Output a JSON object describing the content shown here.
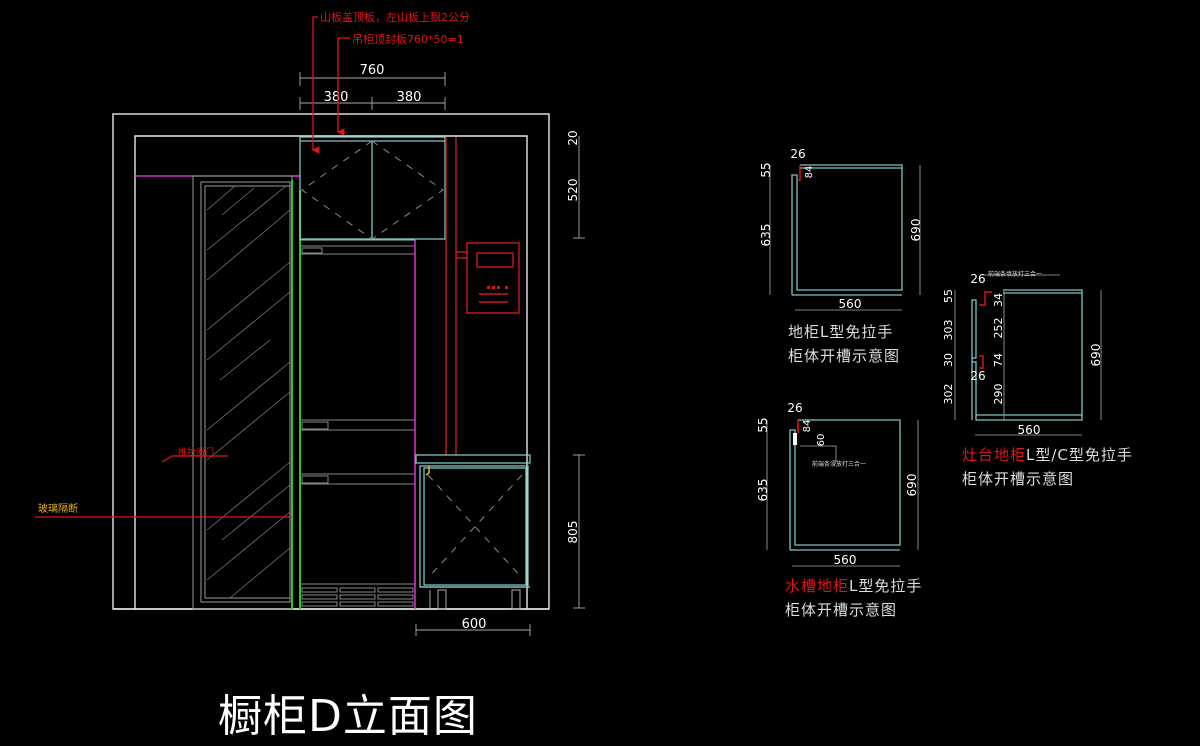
{
  "drawing_title": "橱柜D立面图",
  "colors": {
    "background": "#000000",
    "outline": "#e8e8e8",
    "cabinet": "#7fc4c4",
    "annotation": "#e01515",
    "green": "#22cc22",
    "magenta": "#cc33cc",
    "label_yellow": "#e8b020",
    "gray": "#888888"
  },
  "elevation": {
    "annotations": {
      "top_note_1": "山板盖顶板，左山板上飘2公分",
      "top_note_2": "吊柜顶封板760*50=1",
      "sliding_door": "推拉滑门",
      "glass_partition": "玻璃隔断"
    },
    "dimensions": {
      "top_total": "760",
      "top_left": "380",
      "top_right": "380",
      "right_top": "20",
      "right_upper": "520",
      "right_lower": "805",
      "bottom_width": "600"
    }
  },
  "details": [
    {
      "id": "base-cabinet-l",
      "dims": {
        "d26": "26",
        "d84": "84",
        "d55": "55",
        "d635": "635",
        "d690": "690",
        "d560": "560"
      },
      "caption_line1_red": "",
      "caption_line1": "地柜L型免拉手",
      "caption_line2": "柜体开槽示意图"
    },
    {
      "id": "stove-base-cabinet",
      "note": "前端条填放打三合一",
      "dims": {
        "d26a": "26",
        "d34": "34",
        "d55": "55",
        "d303": "303",
        "d252": "252",
        "d30": "30",
        "d74": "74",
        "d26b": "26",
        "d302": "302",
        "d290": "290",
        "d690": "690",
        "d560": "560"
      },
      "caption_line1_red": "灶台地柜",
      "caption_line1": "L型/C型免拉手",
      "caption_line2": "柜体开槽示意图"
    },
    {
      "id": "sink-base-cabinet",
      "note": "前端条浸放打三合一",
      "dims": {
        "d26": "26",
        "d84": "84",
        "d60": "60",
        "d55": "55",
        "d635": "635",
        "d690": "690",
        "d560": "560"
      },
      "caption_line1_red": "水槽地柜",
      "caption_line1": "L型免拉手",
      "caption_line2": "柜体开槽示意图"
    }
  ]
}
